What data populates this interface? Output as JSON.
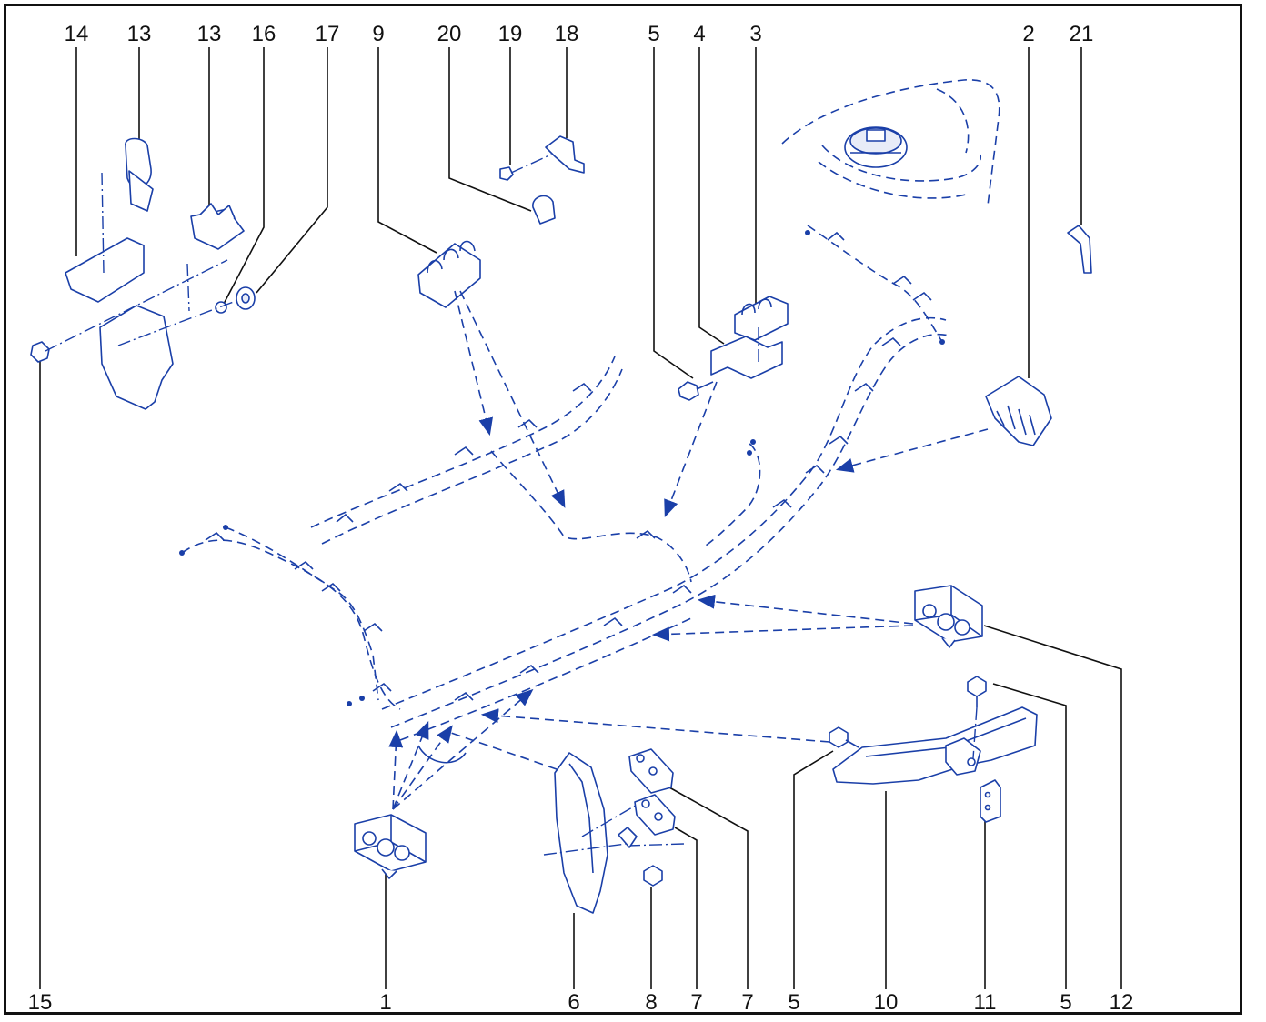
{
  "labels": {
    "top": [
      "14",
      "13",
      "13",
      "16",
      "17",
      "9",
      "20",
      "19",
      "18",
      "5",
      "4",
      "3",
      "2",
      "21"
    ],
    "bottom": [
      "15",
      "1",
      "6",
      "8",
      "7",
      "7",
      "5",
      "10",
      "11",
      "5",
      "12"
    ]
  },
  "colors": {
    "line": "#1a3fa8",
    "frame": "#111111",
    "text": "#111111"
  }
}
